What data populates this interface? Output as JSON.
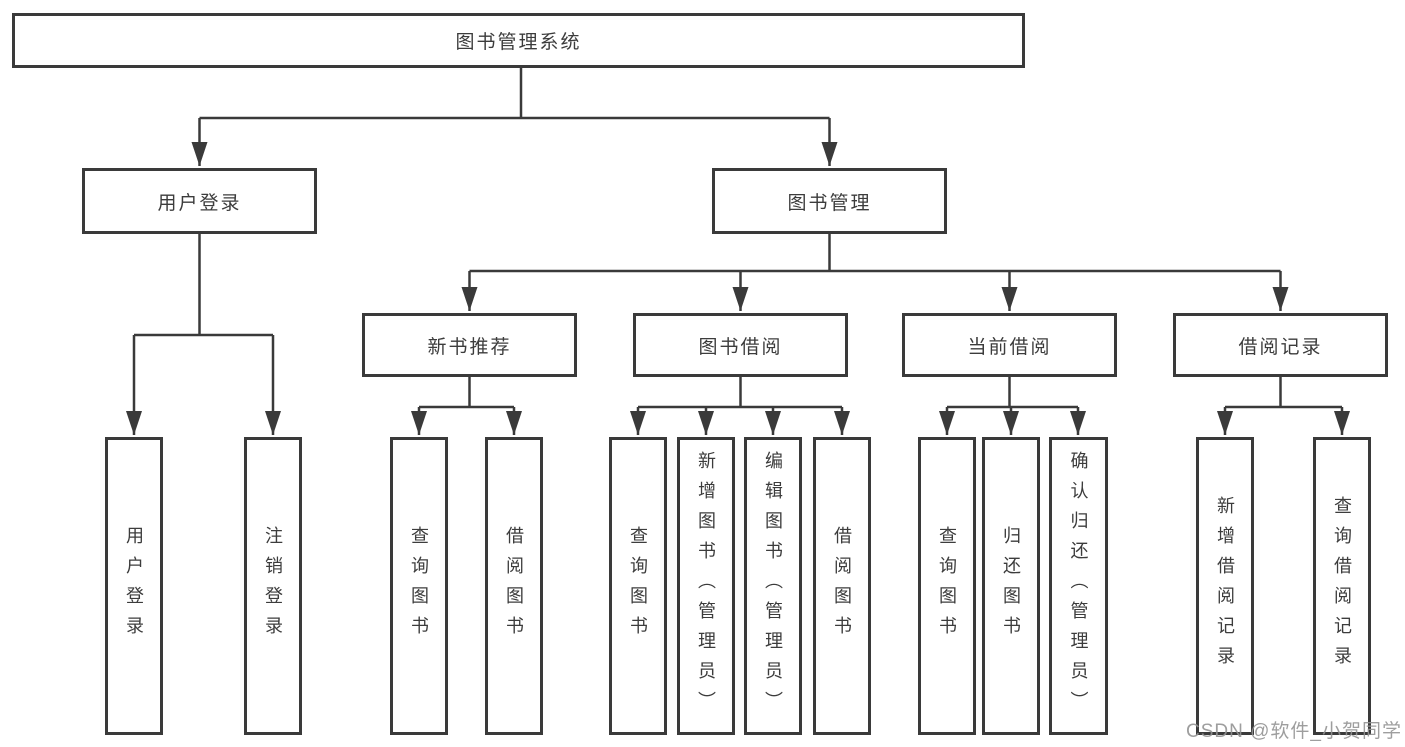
{
  "tree": {
    "root": {
      "label": "图书管理系统"
    },
    "children": [
      {
        "label": "用户登录",
        "children": [
          {
            "label": "用户登录"
          },
          {
            "label": "注销登录"
          }
        ]
      },
      {
        "label": "图书管理",
        "children": [
          {
            "label": "新书推荐",
            "children": [
              {
                "label": "查询图书"
              },
              {
                "label": "借阅图书"
              }
            ]
          },
          {
            "label": "图书借阅",
            "children": [
              {
                "label": "查询图书"
              },
              {
                "label": "新增图书（管理员）"
              },
              {
                "label": "编辑图书（管理员）"
              },
              {
                "label": "借阅图书"
              }
            ]
          },
          {
            "label": "当前借阅",
            "children": [
              {
                "label": "查询图书"
              },
              {
                "label": "归还图书"
              },
              {
                "label": "确认归还（管理员）"
              }
            ]
          },
          {
            "label": "借阅记录",
            "children": [
              {
                "label": "新增借阅记录"
              },
              {
                "label": "查询借阅记录"
              }
            ]
          }
        ]
      }
    ]
  },
  "watermark": {
    "text": "CSDN @软件_小贺同学"
  },
  "colors": {
    "line": "#3a3a3a",
    "text": "#3c3c3c",
    "box_background": "#ffffff",
    "watermark": "#949494",
    "background": "#ffffff"
  }
}
